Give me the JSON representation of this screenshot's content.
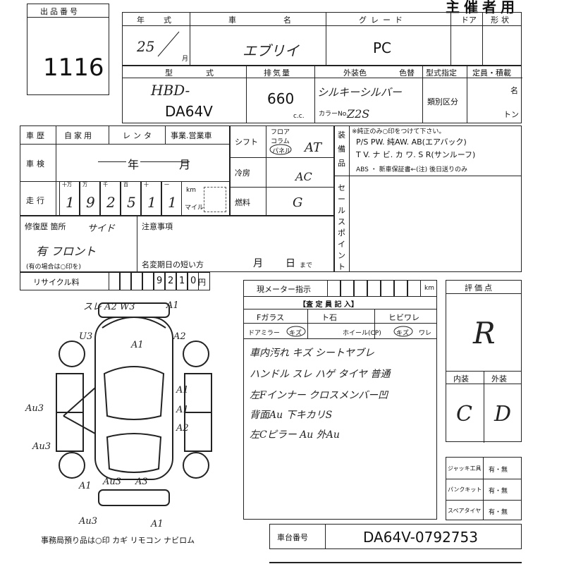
{
  "lot": {
    "label": "出品番号",
    "number": "1116"
  },
  "header": {
    "title": "主催者用",
    "c_nen": "年",
    "c_shiki": "式",
    "c_car": "車",
    "c_name": "名",
    "c_grade": "グレード",
    "c_door": "ドア",
    "c_shape": "形状",
    "year": "25",
    "month_label": "月",
    "car_name": "エブリイ",
    "grade": "PC"
  },
  "model": {
    "label_type": "型",
    "label_form": "式",
    "model_hand": "HBD-",
    "model_code": "DA64V",
    "disp_label": "排気量",
    "displacement": "660",
    "cc": "c.c.",
    "color_label": "外装色",
    "iro_label": "色替",
    "color": "シルキーシルバー",
    "colorno_label": "カラーNo.",
    "color_no": "Z2S",
    "katashiki_label": "型式指定",
    "ruibetsu_label": "類別区分",
    "capacity_label": "定員・積載",
    "mei": "名",
    "ton": "トン"
  },
  "usage": {
    "label": "車歴",
    "private": "自家用",
    "rental": "レンタ",
    "business": "事業.営業車"
  },
  "inspection": {
    "label": "車検",
    "year": "年",
    "month": "月"
  },
  "mileage": {
    "label": "走行",
    "units": [
      "十万",
      "万",
      "千",
      "百",
      "十",
      "一"
    ],
    "digits": [
      "1",
      "9",
      "2",
      "5",
      "1",
      "1"
    ],
    "km": "km",
    "mile": "マイル"
  },
  "shift": {
    "label": "シフト",
    "opts": [
      "フロア",
      "コラム",
      "パネル"
    ],
    "value": "AT"
  },
  "ac": {
    "label": "冷房",
    "value": "AC"
  },
  "fuel": {
    "label": "燃料",
    "value": "G"
  },
  "equip": {
    "label": "装備品",
    "note": "※純正のみ○印をつけて下さい。",
    "row1": "P/S  PW. 純AW. AB(エアバック)",
    "row2": "T V.  ナ ビ.  カ ワ.  S R(サンルーフ)",
    "row3": "ABS ・ 新車保証書←(注) 後日送りのみ"
  },
  "sales": {
    "label": "セールスポイント"
  },
  "repair": {
    "label": "修復歴 箇所",
    "hand1": "サイド",
    "hand2": "有 フロント",
    "note": "(有の場合は○印を)"
  },
  "notes": {
    "label": "注意事項",
    "name_change": "名変期日の短い方",
    "month": "月",
    "day": "日",
    "made": "まで"
  },
  "recycle": {
    "label": "リサイクル料",
    "digits": [
      "9",
      "2",
      "1",
      "0"
    ],
    "yen": "円"
  },
  "meter": {
    "label": "現メーター指示",
    "km": "km"
  },
  "inspector": {
    "title": "【査 定 員 記 入】",
    "glass": "Fガラス",
    "stone": "ト石",
    "crack": "ヒビワレ",
    "mirror": "ドアミラー",
    "kizu": "キズ",
    "ware": "ワレ",
    "wheel": "ホイール(CP)",
    "kizu2": "キズ",
    "ware2": "ワレ"
  },
  "remarks": [
    "車内汚れ キズ シートヤブレ",
    "ハンドル スレ ハゲ タイヤ 普通",
    "左Fインナー クロスメンバー凹",
    "背面Au 下キカリS",
    "左Cピラー Au 外Au"
  ],
  "score": {
    "label": "評価点",
    "value": "R",
    "interior_label": "内装",
    "exterior_label": "外装",
    "interior": "C",
    "exterior": "D"
  },
  "tools": [
    {
      "label": "ジャッキ工具",
      "value": "有・無"
    },
    {
      "label": "パンクキット",
      "value": "有・無"
    },
    {
      "label": "スペアタイヤ",
      "value": "有・無"
    }
  ],
  "chassis": {
    "label": "車台番号",
    "value": "DA64V-0792753"
  },
  "diagram": {
    "marks": [
      "スレ A2 W3",
      "A1",
      "U3",
      "A2",
      "A1",
      "A1",
      "A1",
      "A2",
      "Au3",
      "Au3",
      "A1",
      "Au3",
      "A3",
      "Au3",
      "A1"
    ]
  },
  "footer": {
    "text": "事務局預り品は○印  カギ リモコン ナビロム"
  }
}
